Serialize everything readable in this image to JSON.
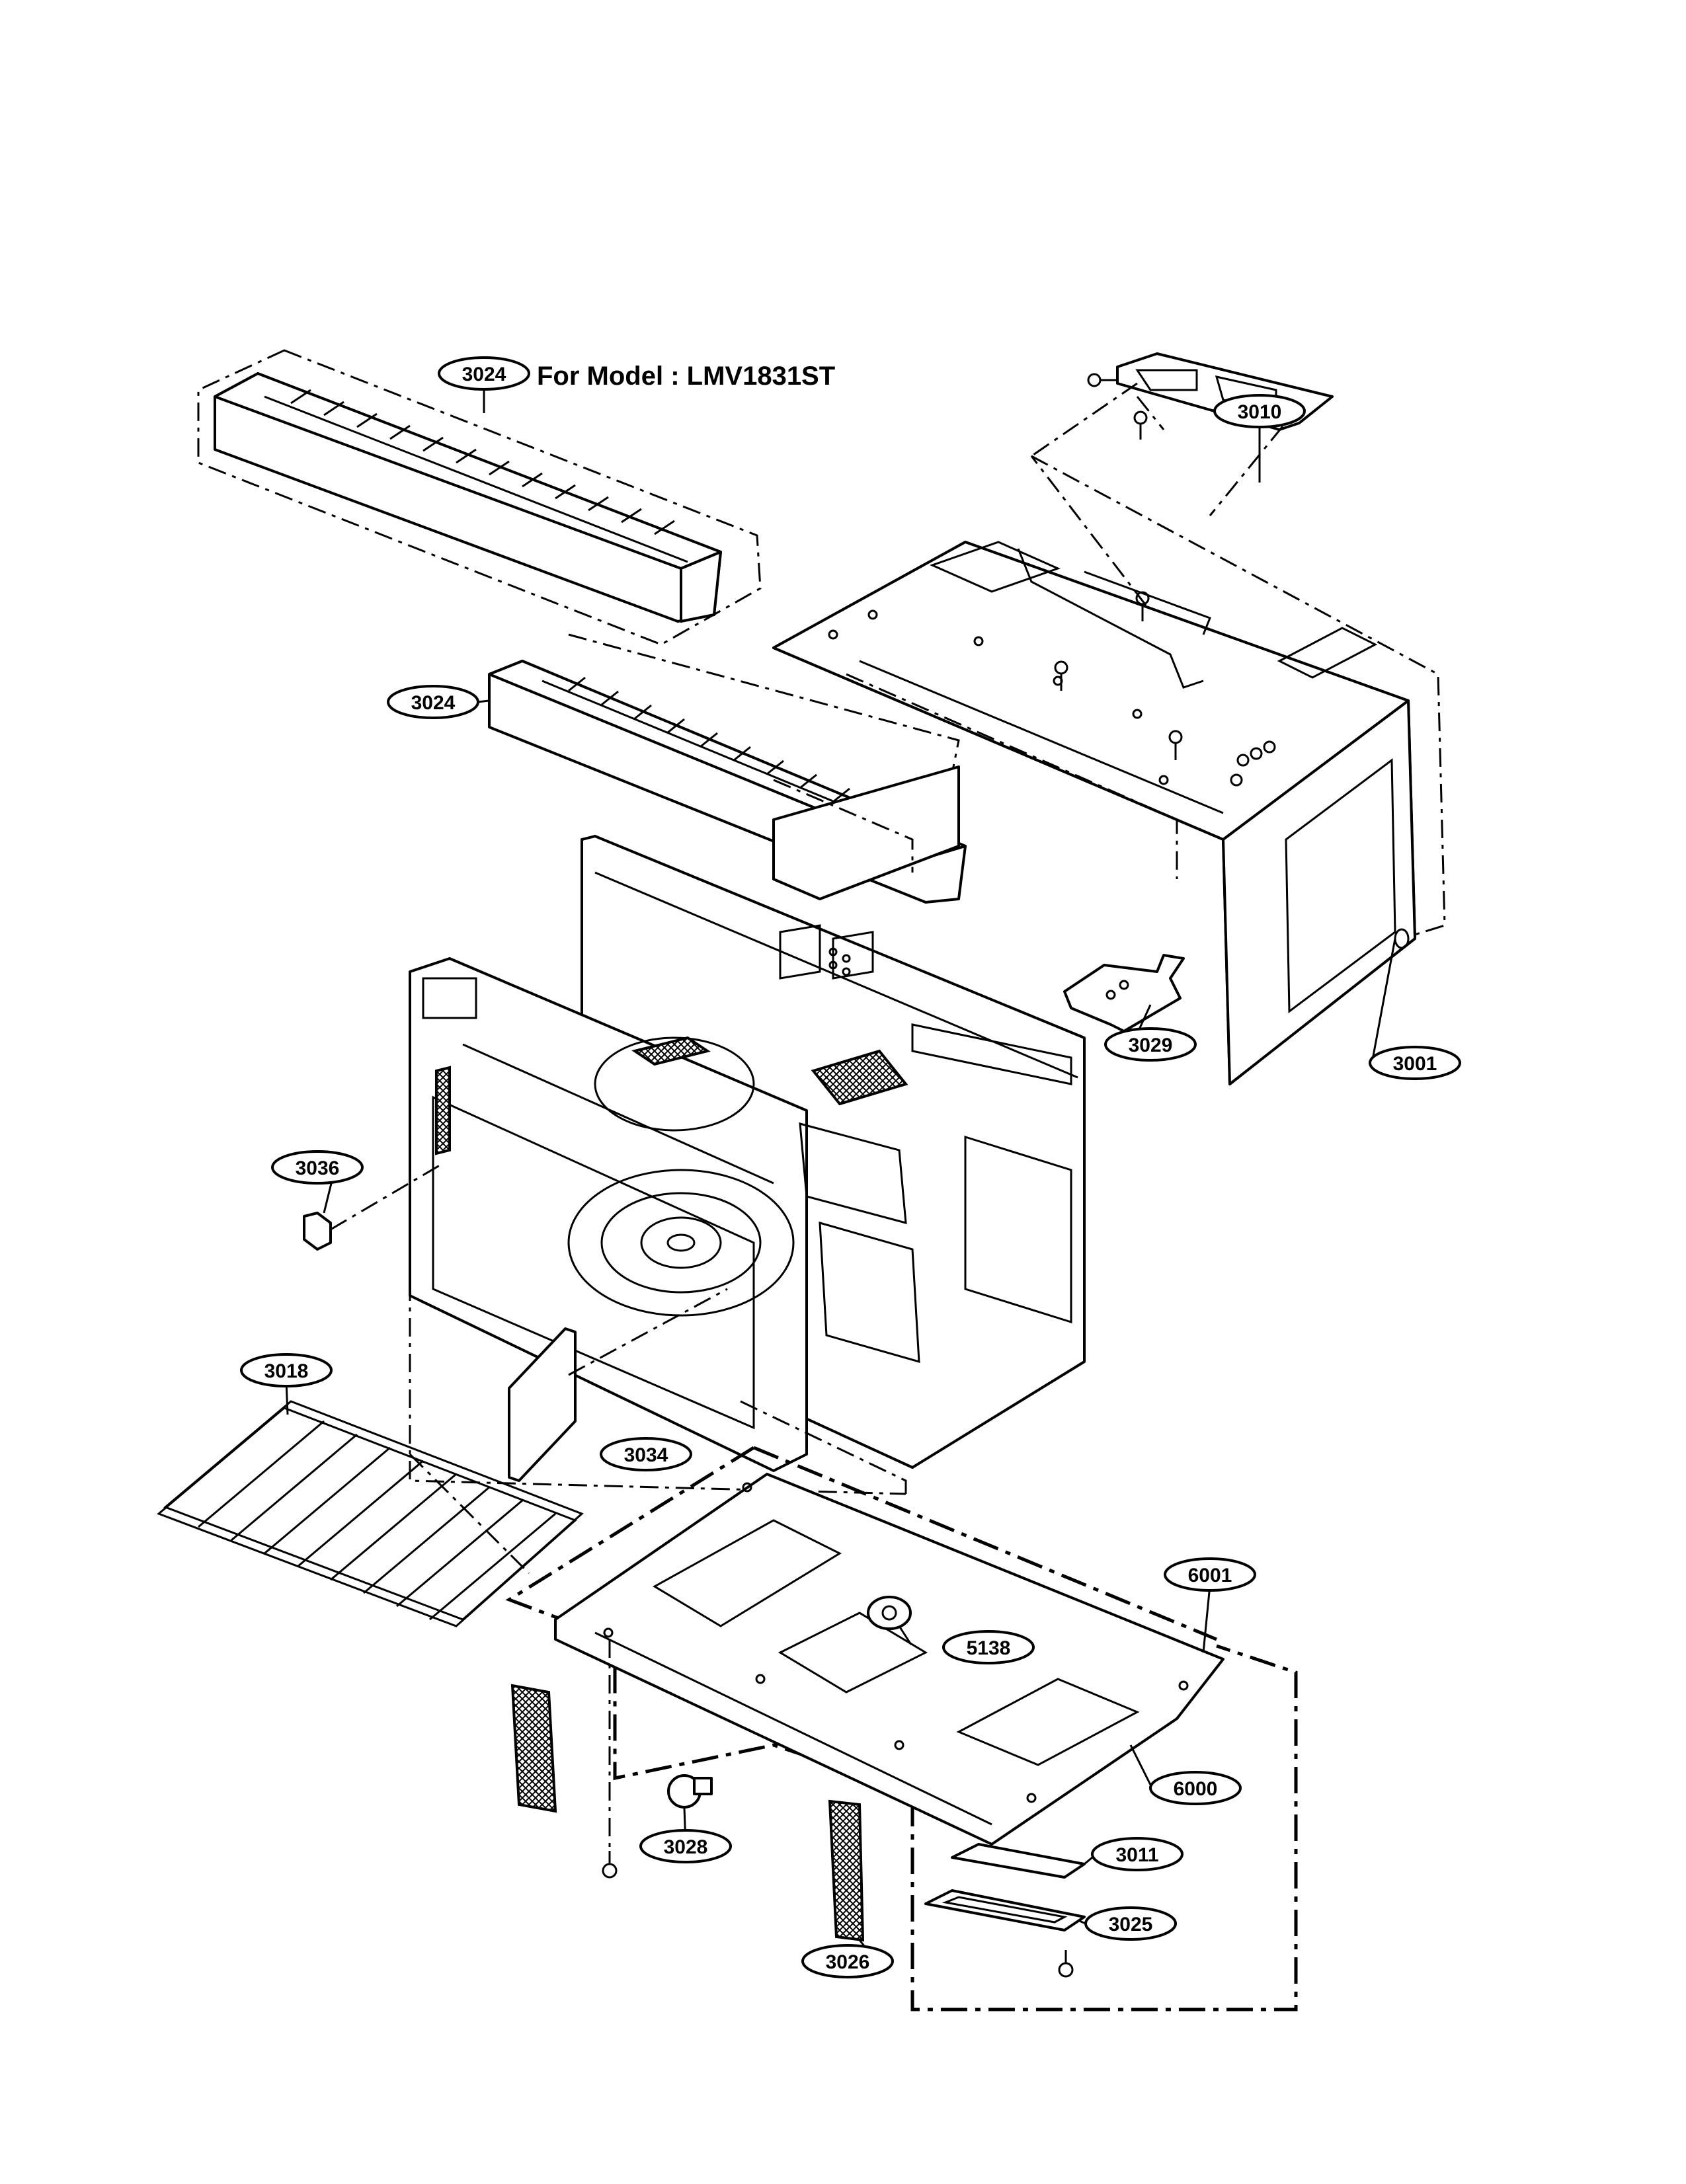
{
  "title": "For Model : LMV1831ST",
  "parts": [
    {
      "id": "p3024a",
      "number": "3024"
    },
    {
      "id": "p3010",
      "number": "3010"
    },
    {
      "id": "p3024b",
      "number": "3024"
    },
    {
      "id": "p3029",
      "number": "3029"
    },
    {
      "id": "p3001",
      "number": "3001"
    },
    {
      "id": "p3036",
      "number": "3036"
    },
    {
      "id": "p3018",
      "number": "3018"
    },
    {
      "id": "p3034",
      "number": "3034"
    },
    {
      "id": "p6001",
      "number": "6001"
    },
    {
      "id": "p5138",
      "number": "5138"
    },
    {
      "id": "p6000",
      "number": "6000"
    },
    {
      "id": "p3028",
      "number": "3028"
    },
    {
      "id": "p3011",
      "number": "3011"
    },
    {
      "id": "p3025",
      "number": "3025"
    },
    {
      "id": "p3026",
      "number": "3026"
    }
  ]
}
